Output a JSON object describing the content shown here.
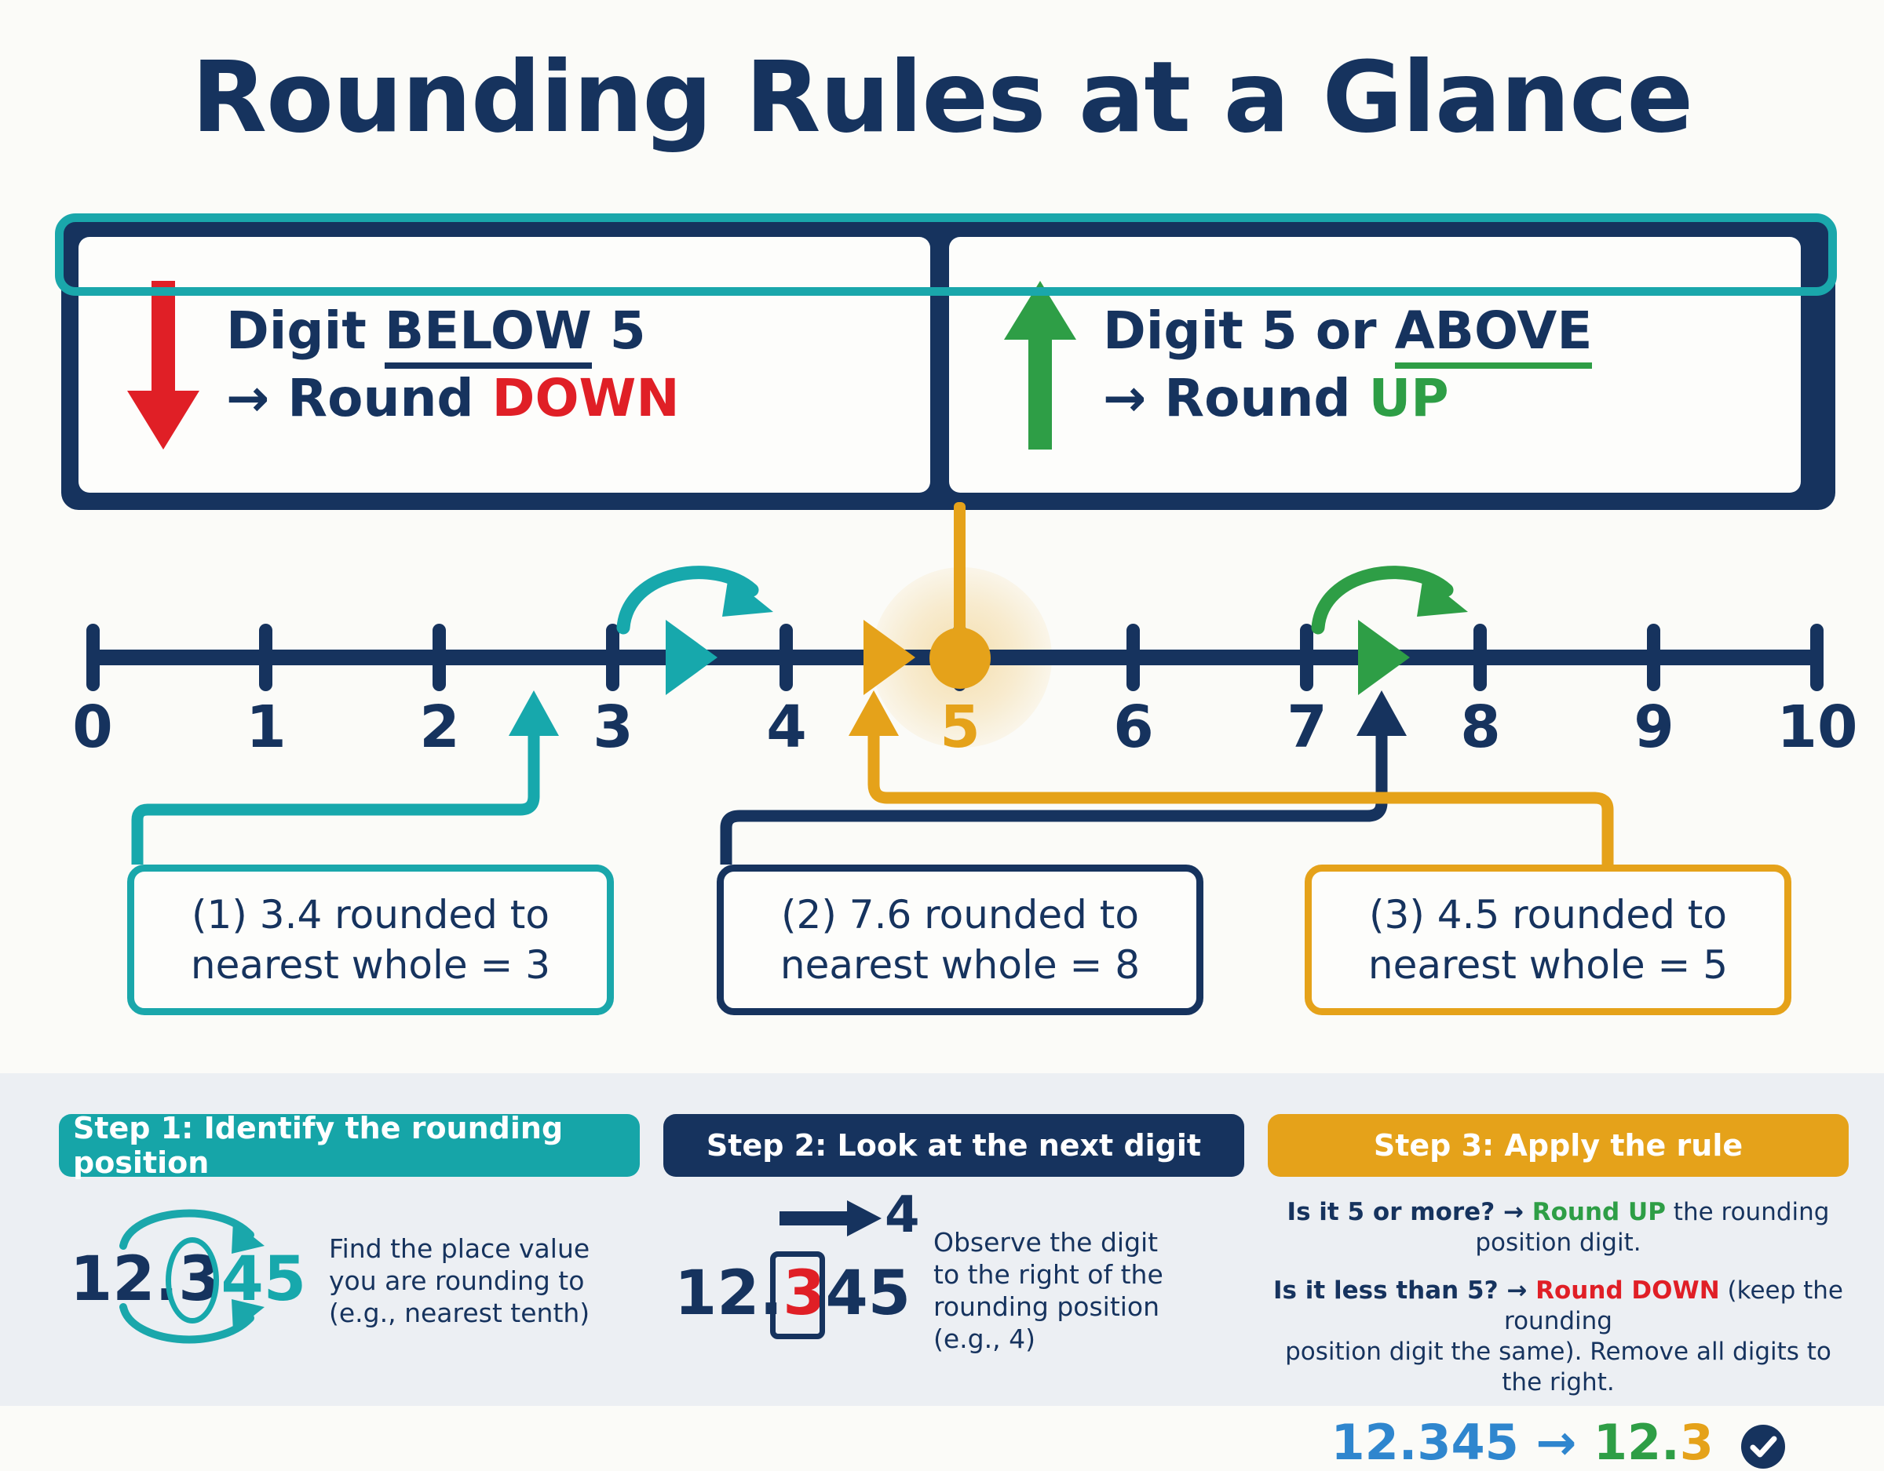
{
  "page": {
    "title": "Rounding Rules at a Glance",
    "background_color": "#fbfbf8",
    "accent_navy": "#16335e",
    "accent_teal": "#1aa7ab",
    "accent_gold": "#e5a21a",
    "accent_green": "#2e9e46",
    "accent_red": "#e01f26"
  },
  "rules": {
    "left": {
      "icon": "down-arrow-icon",
      "icon_color": "#e01f26",
      "line1_prefix": "Digit ",
      "line1_underlined": "BELOW",
      "line1_suffix": " 5",
      "line2_arrow": "→",
      "line2_prefix": " Round ",
      "line2_emphasis": "DOWN",
      "emphasis_color": "#e01f26"
    },
    "right": {
      "icon": "up-arrow-icon",
      "icon_color": "#2e9e46",
      "line1_prefix": "Digit 5 or ",
      "line1_underlined": "ABOVE",
      "line1_suffix": "",
      "line2_arrow": "→",
      "line2_prefix": " Round ",
      "line2_emphasis": "UP",
      "emphasis_color": "#2e9e46"
    }
  },
  "number_line": {
    "ticks": [
      0,
      1,
      2,
      3,
      4,
      5,
      6,
      7,
      8,
      9,
      10
    ],
    "labels": [
      "0",
      "1",
      "2",
      "3",
      "4",
      "5",
      "6",
      "7",
      "8",
      "9",
      "10"
    ],
    "highlighted_value": "5",
    "highlight_color": "#e5a21a",
    "markers": [
      {
        "name": "marker-3-4",
        "value": 3.4,
        "color": "#17a8ac",
        "rounds_to": 3
      },
      {
        "name": "marker-4-5",
        "value": 4.5,
        "color": "#e5a21a",
        "rounds_to": 5
      },
      {
        "name": "marker-7-6",
        "value": 7.6,
        "color": "#2e9e46",
        "rounds_to": 8
      }
    ]
  },
  "callouts": [
    {
      "id": "1",
      "line1": "(1) 3.4 rounded to",
      "line2": "nearest whole = 3",
      "border_color": "#1aa7ab"
    },
    {
      "id": "2",
      "line1": "(2) 7.6 rounded to",
      "line2": "nearest whole = 8",
      "border_color": "#16335e"
    },
    {
      "id": "3",
      "line1": "(3) 4.5 rounded to",
      "line2": "nearest whole = 5",
      "border_color": "#e5a21a"
    }
  ],
  "steps": [
    {
      "header": "Step 1: Identify the rounding position",
      "header_color": "#16a5a8",
      "number_prefix": "12.",
      "circled_digit": "3",
      "trailing_digits": "45",
      "desc_line1": "Find the place value",
      "desc_line2": "you are rounding to",
      "desc_line3": "(e.g., nearest tenth)"
    },
    {
      "header": "Step 2: Look at the next digit",
      "header_color": "#16335e",
      "number_prefix": "12.",
      "boxed_digit": "3",
      "trailing_digits": "45",
      "pointer_digit": "4",
      "desc_line1": "Observe the digit",
      "desc_line2": "to the right of the",
      "desc_line3": "rounding position",
      "desc_line4": "(e.g., 4)"
    },
    {
      "header": "Step 3: Apply the rule",
      "header_color": "#e5a21a",
      "rule_up_question": "Is it 5 or more? → ",
      "rule_up_action": "Round UP",
      "rule_up_tail": " the rounding position digit.",
      "rule_down_question": "Is it less than 5? → ",
      "rule_down_action": "Round DOWN",
      "rule_down_tail1": " (keep the rounding",
      "rule_down_tail2": "position digit the same). Remove all digits to the right.",
      "result_from": "12.345",
      "result_arrow": "→",
      "result_to_green": "12.",
      "result_to_gold": "3",
      "result_check": "✓"
    }
  ]
}
